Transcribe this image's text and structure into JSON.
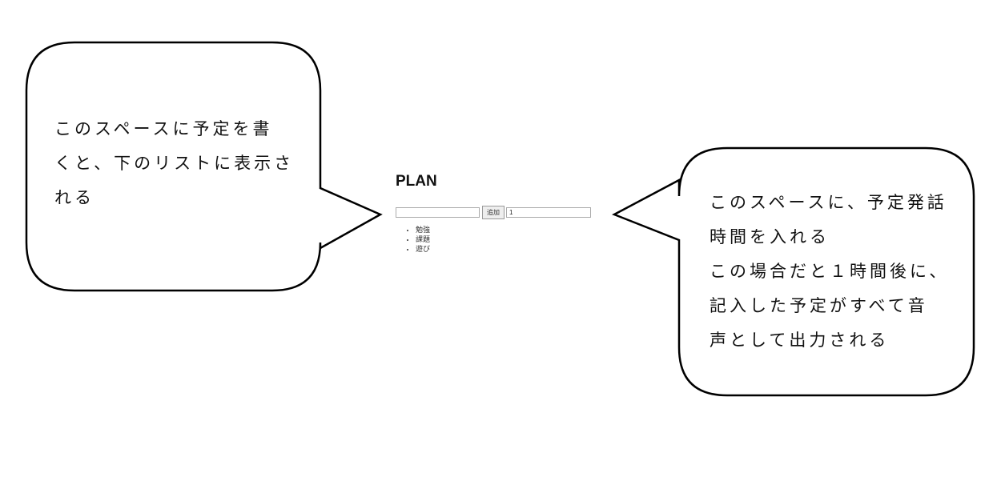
{
  "left_callout": {
    "lines": [
      "このスペースに予定を書",
      "くと、下のリストに表示さ",
      "れる"
    ]
  },
  "right_callout": {
    "lines": [
      "このスペースに、予定発話",
      "時間を入れる",
      "この場合だと１時間後に、",
      "記入した予定がすべて音",
      "声として出力される"
    ]
  },
  "app": {
    "title": "PLAN",
    "plan_input": {
      "value": "",
      "placeholder": ""
    },
    "add_button_label": "追加",
    "time_input": {
      "value": "1"
    },
    "items": [
      "勉強",
      "課題",
      "遊び"
    ]
  }
}
